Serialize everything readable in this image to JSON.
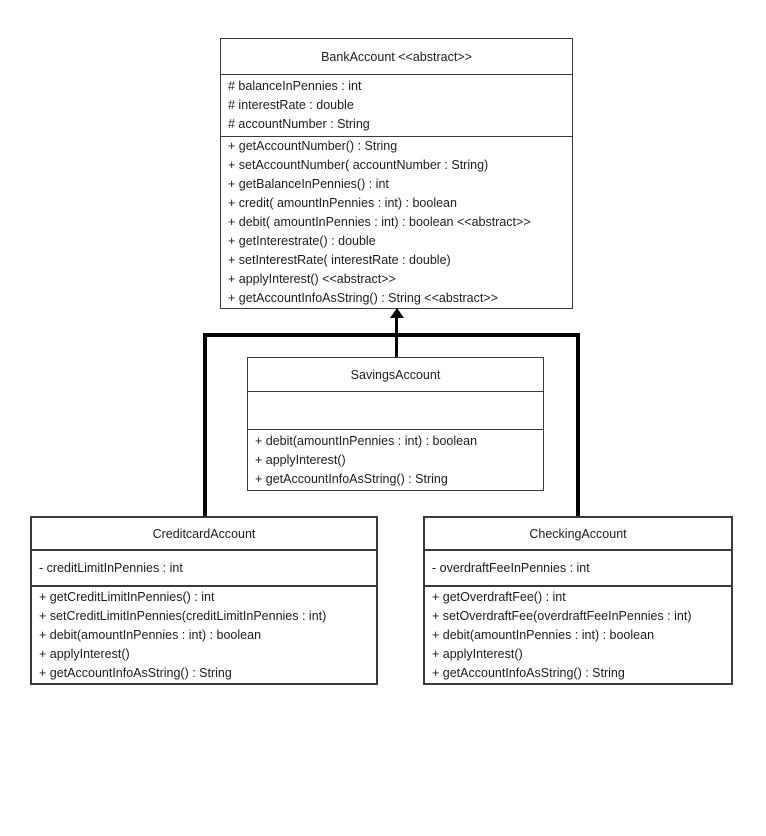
{
  "colors": {
    "line": "#000000",
    "box_border": "#3a3a3a",
    "text": "#1c1c1c",
    "background": "#ffffff"
  },
  "classes": {
    "bank": {
      "title": "BankAccount <<abstract>>",
      "attributes": [
        "# balanceInPennies : int",
        "# interestRate : double",
        "# accountNumber : String"
      ],
      "methods": [
        "+ getAccountNumber() : String",
        "+ setAccountNumber( accountNumber : String)",
        "+ getBalanceInPennies() : int",
        "+ credit( amountInPennies : int) : boolean",
        "+ debit( amountInPennies : int) : boolean <<abstract>>",
        "+ getInterestrate() : double",
        "+ setInterestRate( interestRate : double)",
        "+ applyInterest() <<abstract>>",
        "+ getAccountInfoAsString() : String <<abstract>>"
      ]
    },
    "savings": {
      "title": "SavingsAccount",
      "attributes": [],
      "methods": [
        "+ debit(amountInPennies : int) : boolean",
        "+ applyInterest()",
        "+ getAccountInfoAsString() : String"
      ]
    },
    "creditcard": {
      "title": "CreditcardAccount",
      "attributes": [
        "- creditLimitInPennies : int"
      ],
      "methods": [
        "+ getCreditLimitInPennies() : int",
        "+ setCreditLimitInPennies(creditLimitInPennies : int)",
        "+ debit(amountInPennies : int) : boolean",
        "+ applyInterest()",
        "+ getAccountInfoAsString() : String"
      ]
    },
    "checking": {
      "title": "CheckingAccount",
      "attributes": [
        "- overdraftFeeInPennies : int"
      ],
      "methods": [
        "+ getOverdraftFee() : int",
        "+ setOverdraftFee(overdraftFeeInPennies : int)",
        "+ debit(amountInPennies : int) : boolean",
        "+ applyInterest()",
        "+ getAccountInfoAsString() : String"
      ]
    }
  }
}
